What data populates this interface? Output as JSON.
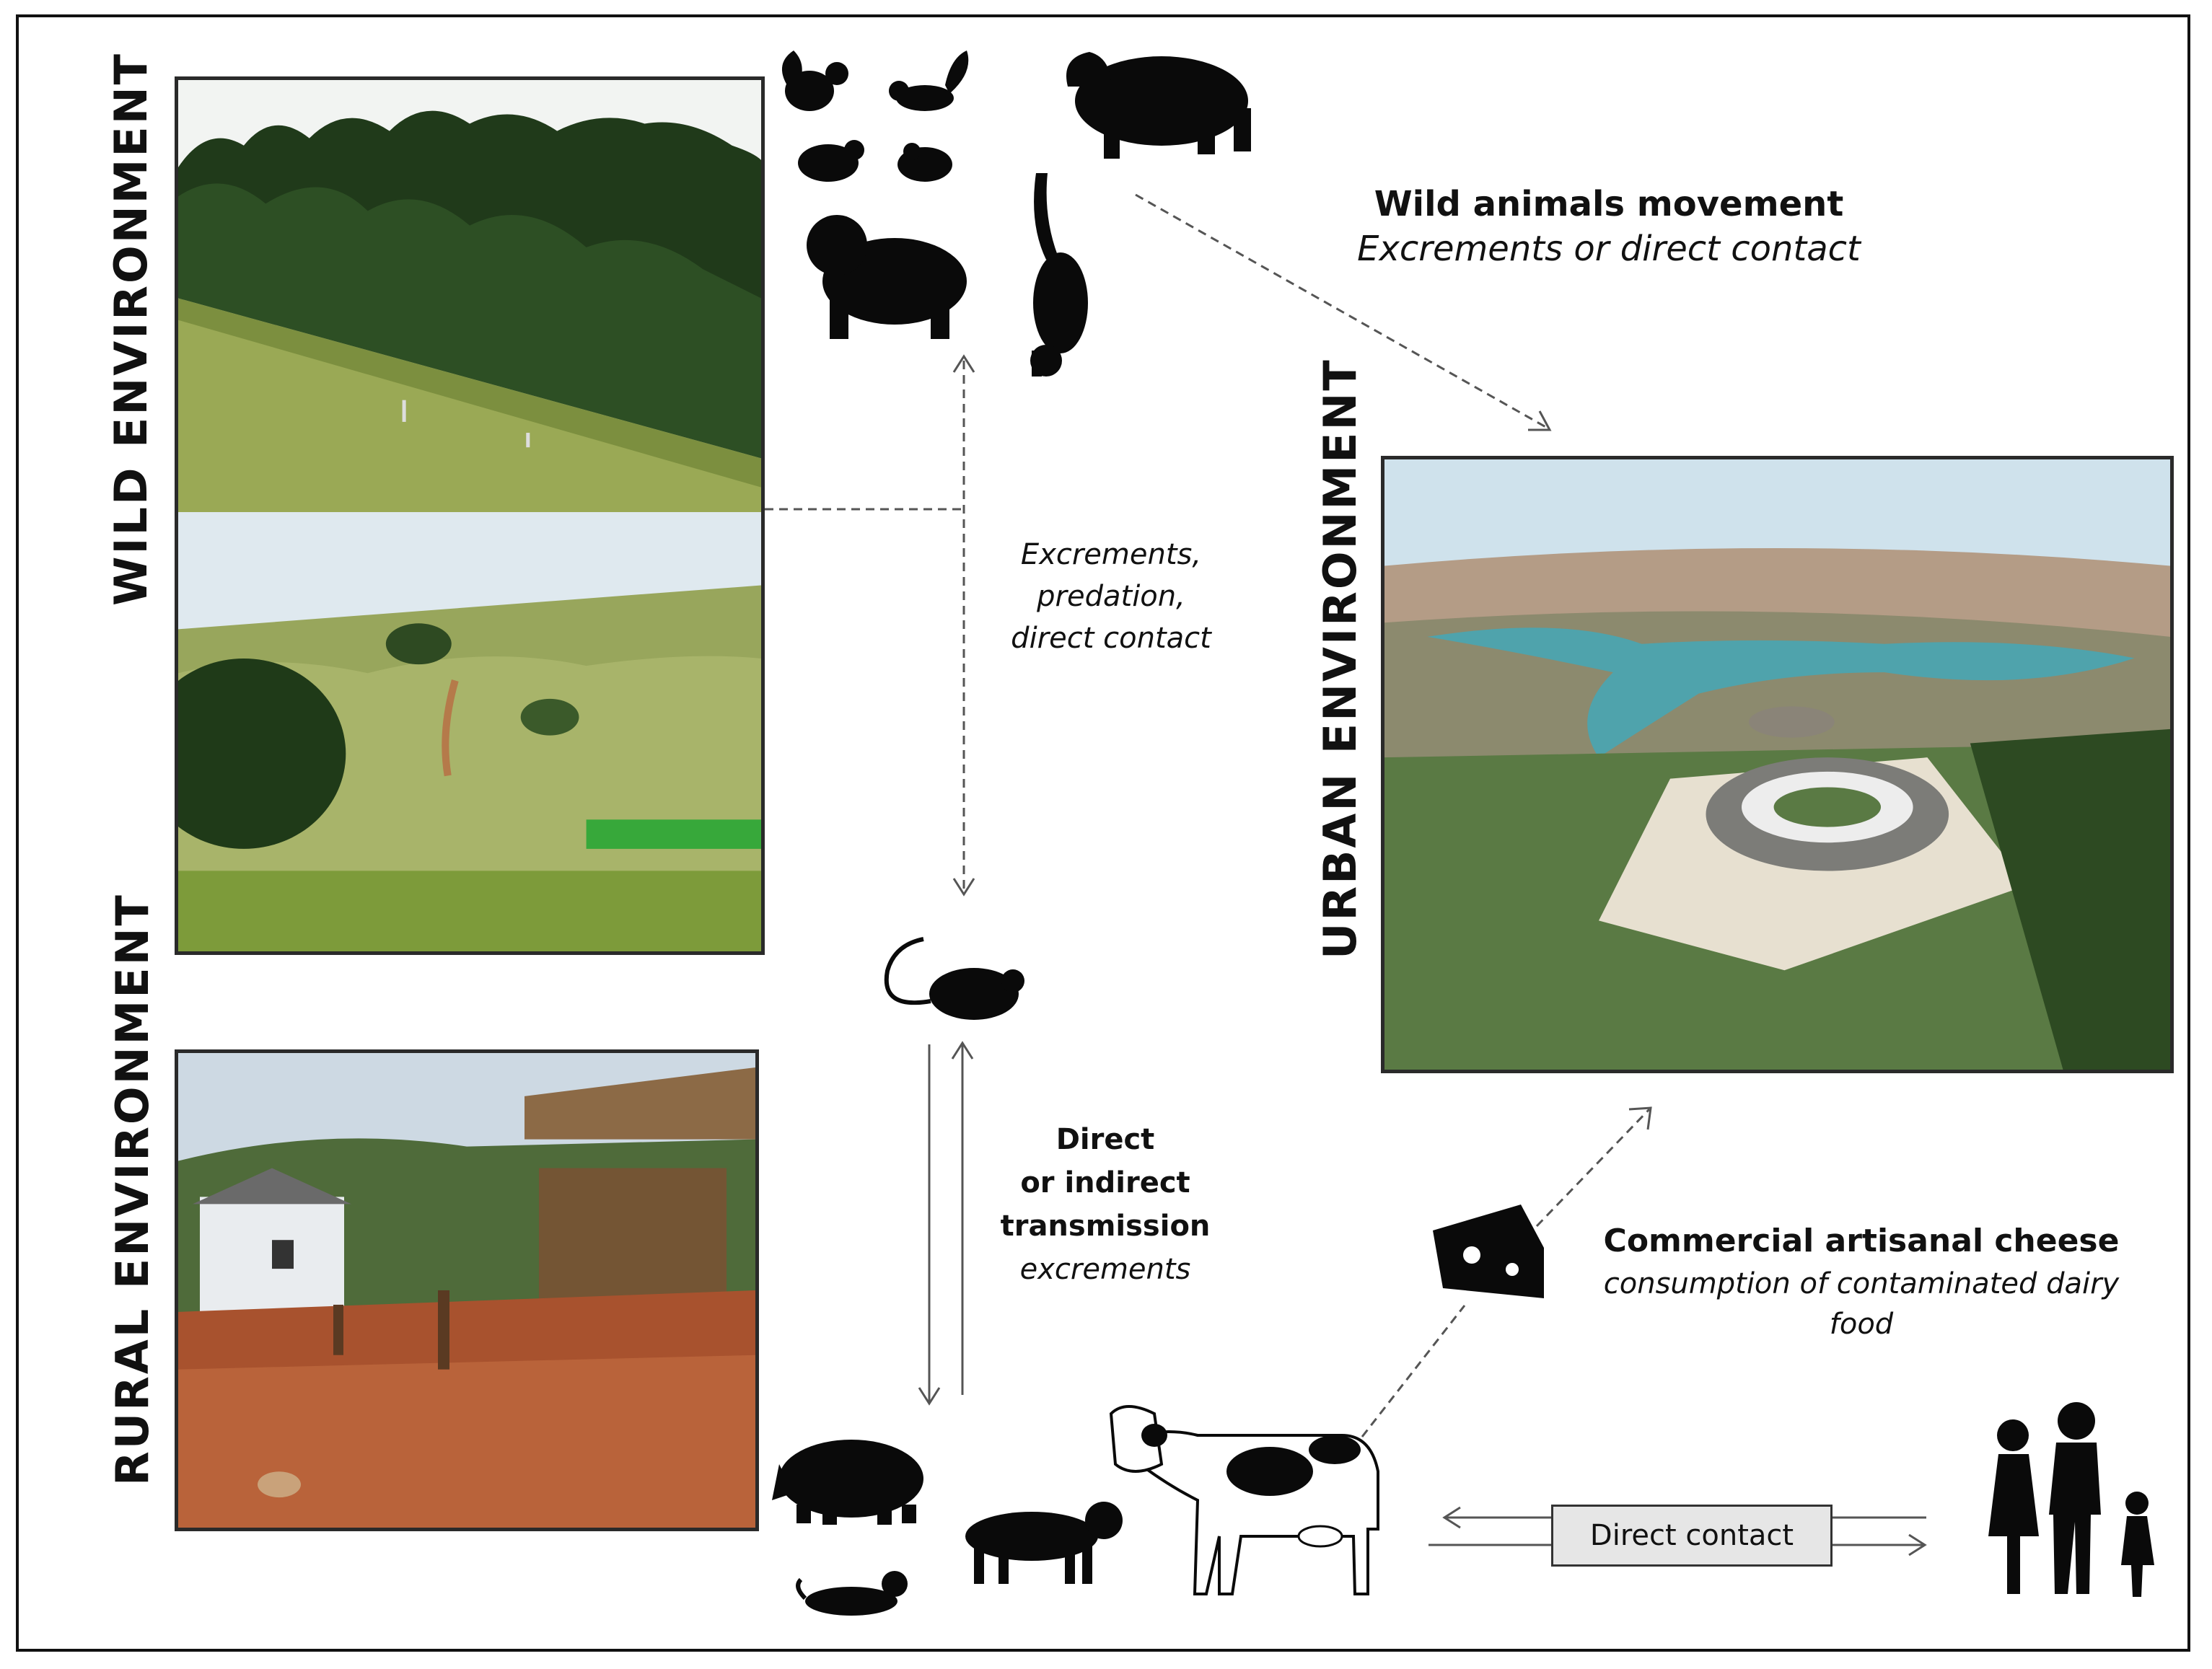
{
  "environments": {
    "wild": "WILD ENVIRONMENT",
    "rural": "RURAL  ENVIRONMENT",
    "urban": "URBAN  ENVIRONMENT"
  },
  "labels": {
    "wild_movement_title": "Wild animals movement",
    "wild_movement_sub": "Excrements or direct contact",
    "wild_to_rodent_l1": "Excrements,",
    "wild_to_rodent_l2": "predation,",
    "wild_to_rodent_l3": "direct contact",
    "rodent_to_domestic_l1": "Direct",
    "rodent_to_domestic_l2": "or indirect",
    "rodent_to_domestic_l3": "transmission",
    "rodent_to_domestic_l4": "excrements",
    "cheese_title": "Commercial artisanal cheese",
    "cheese_sub_l1": "consumption of contaminated dairy",
    "cheese_sub_l2": "food",
    "direct_contact": "Direct contact"
  },
  "icons": {
    "wild": [
      "squirrel-icon",
      "squirrel-icon",
      "guinea-pig-icon",
      "guinea-pig-icon",
      "capybara-icon",
      "monkey-icon",
      "lemur-icon"
    ],
    "rodent": "mouse-icon",
    "domestic": [
      "pig-icon",
      "cat-icon",
      "dog-icon",
      "cow-icon"
    ],
    "cheese": "cheese-icon",
    "humans": "family-icon"
  },
  "photos": [
    "forest-photo",
    "grassland-photo",
    "farmyard-photo",
    "city-aerial-photo"
  ],
  "colors": {
    "arrow": "#555555",
    "box_fill": "#e6e6e6",
    "border": "#111111"
  }
}
